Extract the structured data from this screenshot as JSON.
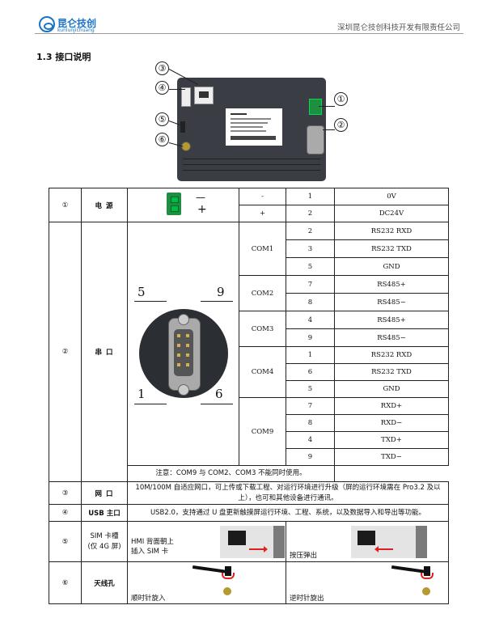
{
  "header": {
    "logo_cn": "昆仑技创",
    "logo_en": "kunlunjichuang",
    "company": "深圳昆仑技创科技开发有限责任公司"
  },
  "section_title": "1.3  接口说明",
  "figure": {
    "callouts": [
      "③",
      "④",
      "⑤",
      "⑥",
      "①",
      "②"
    ]
  },
  "rows": {
    "power": {
      "num": "①",
      "name": "电  源",
      "connector_minus": "—",
      "connector_plus": "+",
      "pins": [
        {
          "sign": "-",
          "pin": "1",
          "signal": "0V"
        },
        {
          "sign": "+",
          "pin": "2",
          "signal": "DC24V"
        }
      ]
    },
    "serial": {
      "num": "②",
      "name": "串  口",
      "pin_labels": [
        "5",
        "9",
        "1",
        "6"
      ],
      "groups": [
        {
          "com": "COM1",
          "pins": [
            {
              "pin": "2",
              "signal": "RS232 RXD"
            },
            {
              "pin": "3",
              "signal": "RS232 TXD"
            },
            {
              "pin": "5",
              "signal": "GND"
            }
          ]
        },
        {
          "com": "COM2",
          "pins": [
            {
              "pin": "7",
              "signal": "RS485+"
            },
            {
              "pin": "8",
              "signal": "RS485−"
            }
          ]
        },
        {
          "com": "COM3",
          "pins": [
            {
              "pin": "4",
              "signal": "RS485+"
            },
            {
              "pin": "9",
              "signal": "RS485−"
            }
          ]
        },
        {
          "com": "COM4",
          "pins": [
            {
              "pin": "1",
              "signal": "RS232 RXD"
            },
            {
              "pin": "6",
              "signal": "RS232 TXD"
            },
            {
              "pin": "5",
              "signal": "GND"
            }
          ]
        },
        {
          "com": "COM9",
          "pins": [
            {
              "pin": "7",
              "signal": "RXD+"
            },
            {
              "pin": "8",
              "signal": "RXD−"
            },
            {
              "pin": "4",
              "signal": "TXD+"
            },
            {
              "pin": "9",
              "signal": "TXD−"
            }
          ]
        }
      ],
      "note": "注意：COM9 与 COM2、COM3 不能同时使用。"
    },
    "network": {
      "num": "③",
      "name": "网  口",
      "desc": "10M/100M 自适应网口，可上传或下载工程、对运行环境进行升级（屏的运行环境需在 Pro3.2 及以上），也可和其他设备进行通讯。"
    },
    "usb": {
      "num": "④",
      "name": "USB 主口",
      "desc": "USB2.0，支持通过 U 盘更新触摸屏运行环境、工程、系统，以及数据导入和导出等功能。"
    },
    "sim": {
      "num": "⑤",
      "name_line1": "SIM 卡槽",
      "name_line2": "(仅 4G 屏)",
      "left_text1": "HMI 背面朝上",
      "left_text2": "插入 SIM 卡",
      "right_text": "按压弹出"
    },
    "antenna": {
      "num": "⑥",
      "name": "天线孔",
      "left_text": "顺时针旋入",
      "right_text": "逆时针旋出"
    }
  },
  "colors": {
    "brand": "#1a73c8",
    "arrow": "#e02020",
    "terminal": "#1f8f3f"
  }
}
